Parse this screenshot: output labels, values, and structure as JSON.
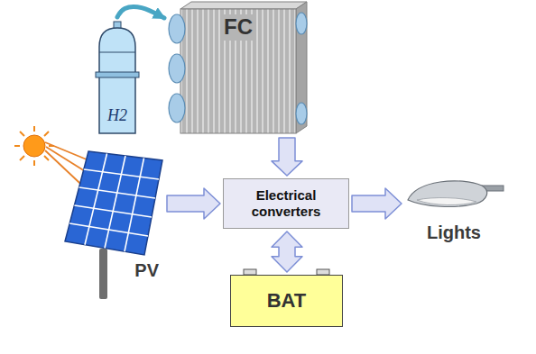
{
  "diagram": {
    "nodes": [
      {
        "text": [
          "FC"
        ]
      },
      {
        "text": [
          "H2"
        ]
      },
      {
        "text": [
          "PV"
        ]
      },
      {
        "text": [
          "Electrical converters"
        ]
      },
      {
        "text": [
          "Lights"
        ]
      },
      {
        "text": [
          "BAT"
        ]
      }
    ],
    "edges": [
      {
        "from": 1,
        "to": 0,
        "arrow": "to"
      },
      {
        "from": 2,
        "to": 3,
        "arrow": "to"
      },
      {
        "from": 0,
        "to": 3,
        "arrow": "to"
      },
      {
        "from": 3,
        "to": 4,
        "arrow": "to"
      },
      {
        "from": 3,
        "to": 5,
        "arrow": "both"
      }
    ]
  }
}
